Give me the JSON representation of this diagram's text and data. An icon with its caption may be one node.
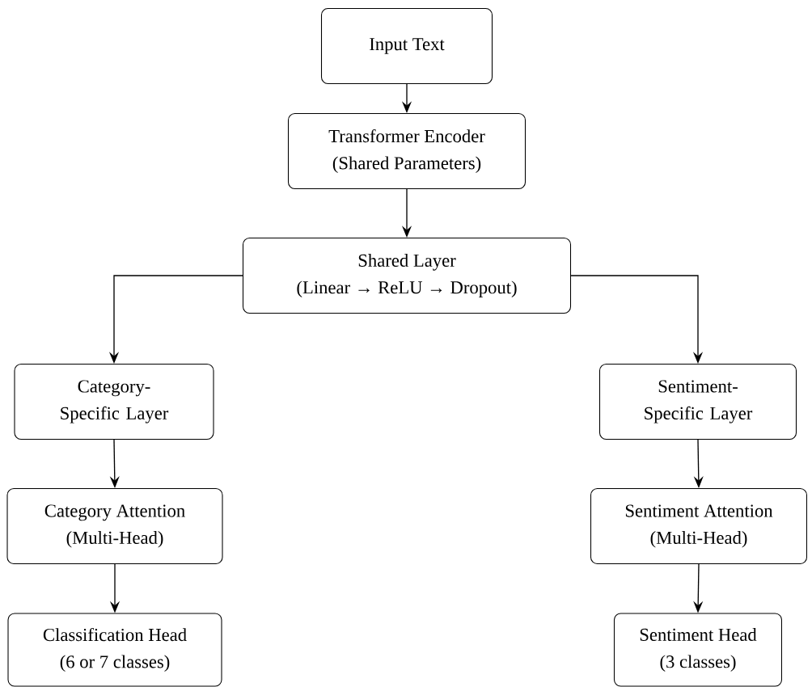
{
  "diagram": {
    "nodes": [
      {
        "text": [
          "Input Text"
        ]
      },
      {
        "text": [
          "Transformer Encoder",
          "(Shared Parameters)"
        ]
      },
      {
        "text": [
          "Shared Layer",
          "(Linear → ReLU → Dropout)"
        ]
      },
      {
        "text": [
          "Category-Specific Layer"
        ]
      },
      {
        "text": [
          "Sentiment-Specific Layer"
        ]
      },
      {
        "text": [
          "Category Attention",
          "(Multi-Head)"
        ]
      },
      {
        "text": [
          "Sentiment Attention",
          "(Multi-Head)"
        ]
      },
      {
        "text": [
          "Classification Head",
          "(6 or 7 classes)"
        ]
      },
      {
        "text": [
          "Sentiment Head",
          "(3 classes)"
        ]
      }
    ],
    "edges": [
      {
        "from": 0,
        "to": 1,
        "arrow": "to"
      },
      {
        "from": 1,
        "to": 2,
        "arrow": "to"
      },
      {
        "from": 2,
        "to": 3,
        "arrow": "to"
      },
      {
        "from": 2,
        "to": 4,
        "arrow": "to"
      },
      {
        "from": 3,
        "to": 5,
        "arrow": "to"
      },
      {
        "from": 5,
        "to": 7,
        "arrow": "to"
      },
      {
        "from": 4,
        "to": 6,
        "arrow": "to"
      },
      {
        "from": 6,
        "to": 8,
        "arrow": "to"
      }
    ]
  }
}
